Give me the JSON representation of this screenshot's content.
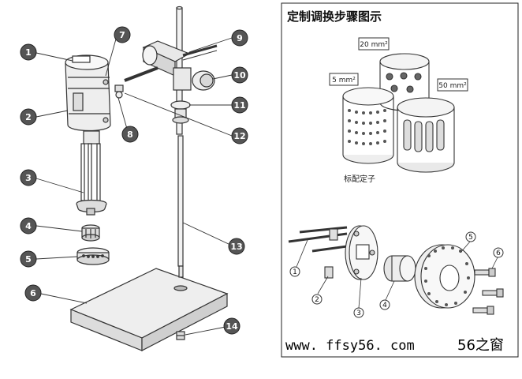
{
  "left_callouts": [
    "1",
    "2",
    "3",
    "4",
    "5",
    "6",
    "7",
    "8",
    "9",
    "10",
    "11",
    "12",
    "13",
    "14"
  ],
  "right_panel": {
    "title": "定制调换步骤图示",
    "size_labels": [
      "20 mm²",
      "5 mm²",
      "50 mm²"
    ],
    "caption": "标配定子",
    "assembly_numbers": [
      "1",
      "2",
      "3",
      "4",
      "5",
      "6"
    ]
  },
  "watermark": {
    "url": "www. ffsy56. com",
    "name": "56之窗"
  },
  "colors": {
    "callout_fill": "#555555",
    "line": "#333333",
    "panel_border": "#222222"
  }
}
